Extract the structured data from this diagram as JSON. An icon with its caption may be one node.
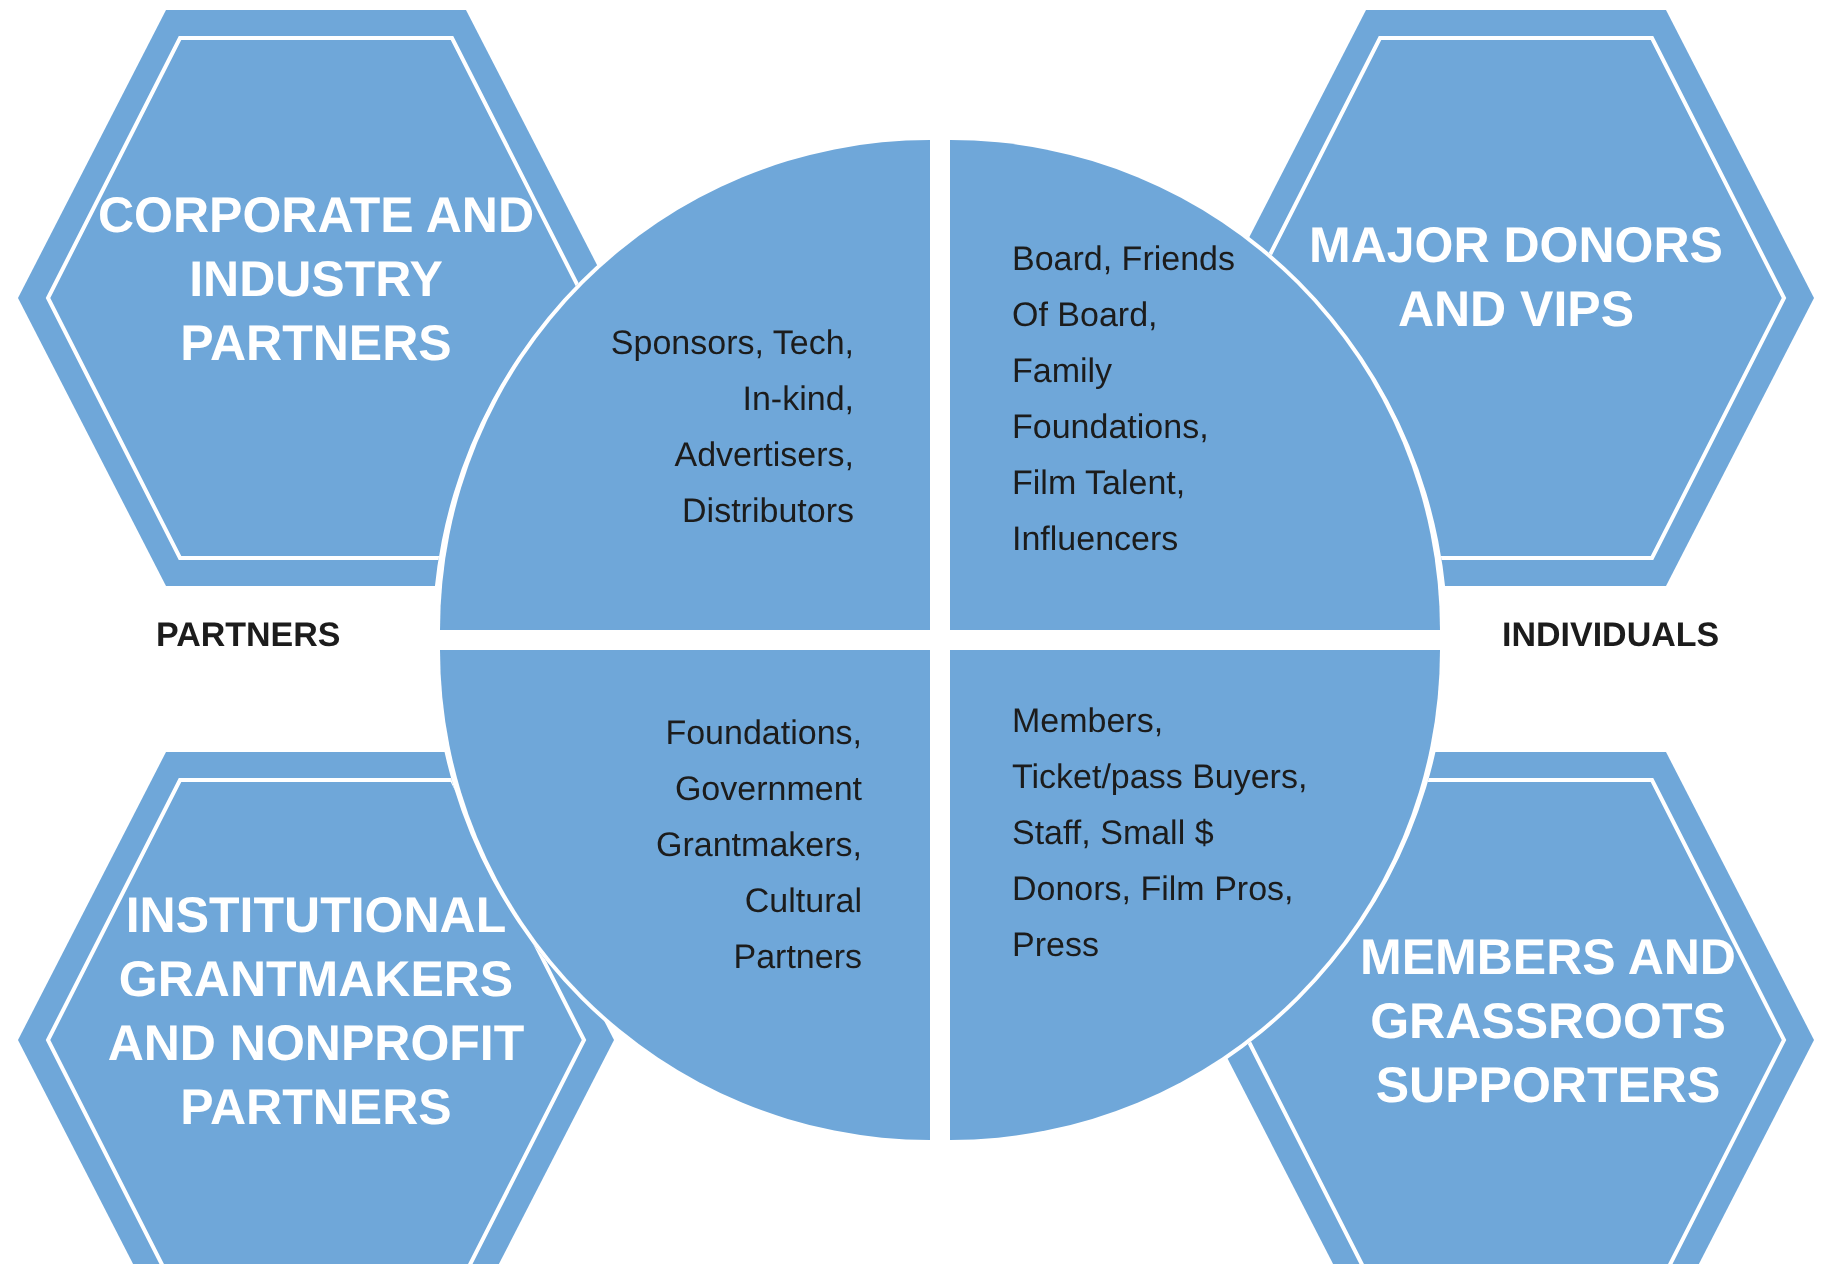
{
  "diagram": {
    "nodes": [
      {
        "text": [
          "CORPORATE AND INDUSTRY PARTNERS"
        ]
      },
      {
        "text": [
          "MAJOR DONORS AND VIPS"
        ]
      },
      {
        "text": [
          "INSTITUTIONAL GRANTMAKERS AND NONPROFIT PARTNERS"
        ]
      },
      {
        "text": [
          "MEMBERS AND GRASSROOTS SUPPORTERS"
        ]
      },
      {
        "text": [
          "Sponsors, Tech, In-kind, Advertisers, Distributors"
        ]
      },
      {
        "text": [
          "Board, Friends Of Board, Family Foundations, Film Talent, Influencers"
        ]
      },
      {
        "text": [
          "Foundations, Government Grantmakers, Cultural Partners"
        ]
      },
      {
        "text": [
          "Members, Ticket/pass Buyers, Staff, Small $ Donors, Film Pros, Press"
        ]
      }
    ],
    "edges": [],
    "labels": [
      "PARTNERS",
      "INDIVIDUALS"
    ]
  }
}
